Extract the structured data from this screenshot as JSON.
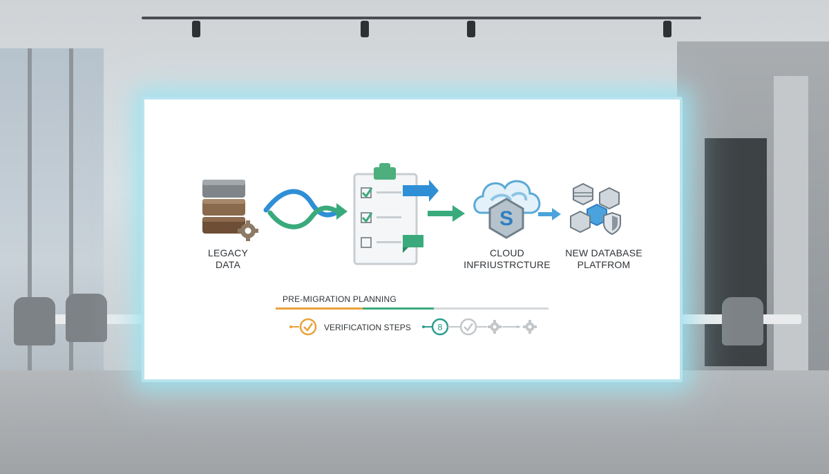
{
  "diagram": {
    "nodes": [
      {
        "label": "LEGACY\nDATA",
        "icon": "database-stack-gear-icon"
      },
      {
        "label": "",
        "icon": "clipboard-checklist-icon"
      },
      {
        "label": "CLOUD\nINFRIUSTRCTURE",
        "icon": "cloud-s-badge-icon"
      },
      {
        "label": "NEW DATABASE\nPLATFROM",
        "icon": "cubes-shield-icon"
      }
    ],
    "phase": {
      "title": "PRE-MIGRATION PLANNING",
      "progress": 0.58
    },
    "verification": {
      "label": "VERIFICATION STEPS",
      "step_icon_text": "8"
    }
  },
  "colors": {
    "accent_orange": "#e8a23a",
    "accent_green": "#3aaa7c",
    "accent_blue": "#2f8fd6",
    "accent_teal": "#2a9d8f",
    "muted_gray": "#c3c7ca",
    "glow": "#b9e3ee"
  }
}
